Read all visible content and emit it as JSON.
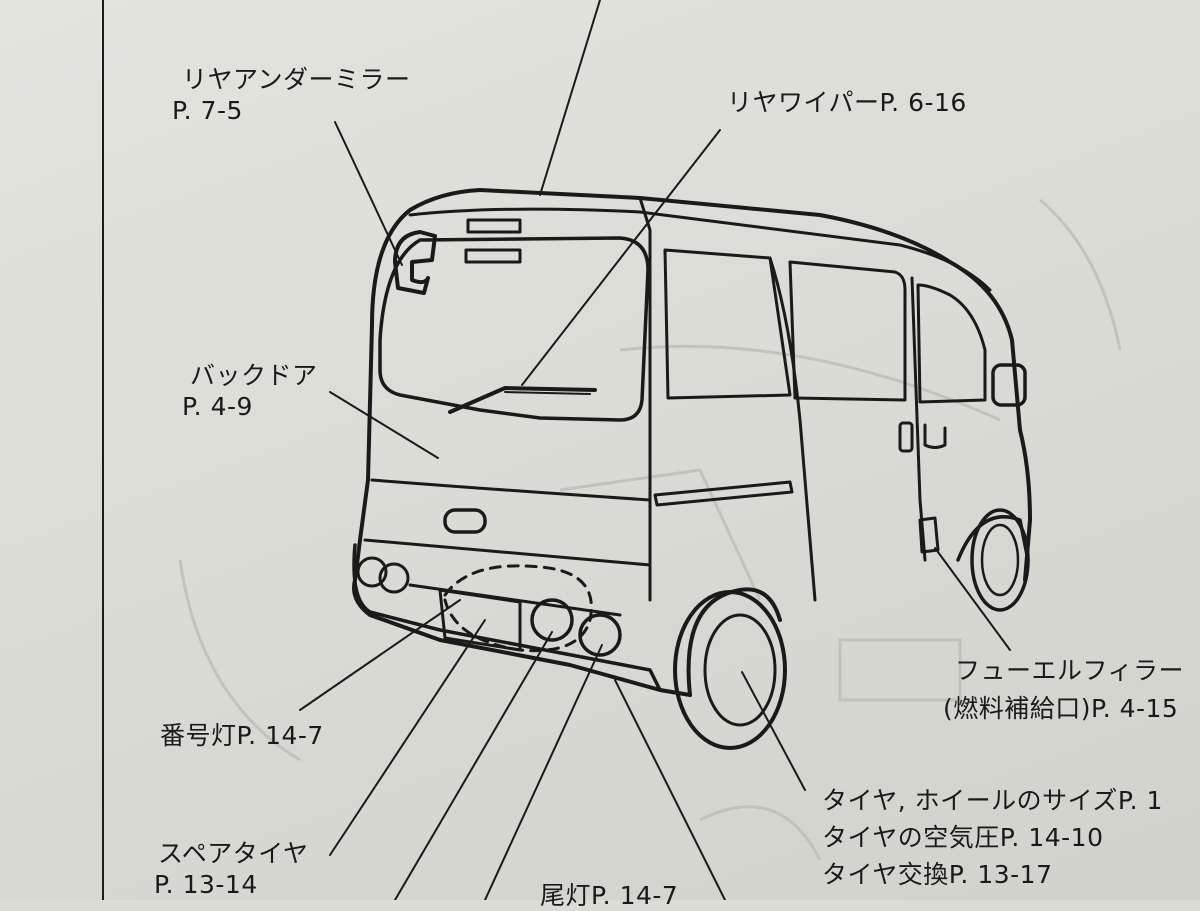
{
  "labels": {
    "rear_under_mirror": {
      "name": "リヤアンダーミラー",
      "page": "P. 7-5"
    },
    "rear_wiper": "リヤワイパーP. 6-16",
    "back_door": {
      "name": "バックドア",
      "page": "P. 4-9"
    },
    "fuel_filler": {
      "name": "フューエルフィラー",
      "page": "(燃料補給口)P. 4-15"
    },
    "license_lamp": "番号灯P. 14-7",
    "spare_tire": {
      "name": "スペアタイヤ",
      "page": "P. 13-14"
    },
    "tail_lamp": "尾灯P. 14-7",
    "tire_size": "タイヤ, ホイールのサイズP. 1",
    "tire_pressure": "タイヤの空気圧P. 14-10",
    "tire_change": "タイヤ交換P. 13-17"
  },
  "colors": {
    "ink": "#1a1a1a",
    "paper": "#dcdcd6",
    "ghost": "#b9b9b3"
  }
}
